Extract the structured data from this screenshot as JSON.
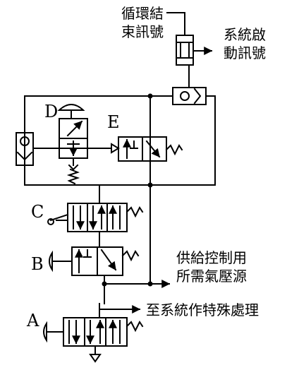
{
  "labels": {
    "cycle_end_line1": "循環結",
    "cycle_end_line2": "束訊號",
    "system_start_line1": "系統啟",
    "system_start_line2": "動訊號",
    "supply_line1": "供給控制用",
    "supply_line2": "所需氣壓源",
    "to_system": "至系統作特殊處理",
    "valve_a": "A",
    "valve_b": "B",
    "valve_c": "C",
    "valve_d": "D",
    "valve_e": "E"
  }
}
